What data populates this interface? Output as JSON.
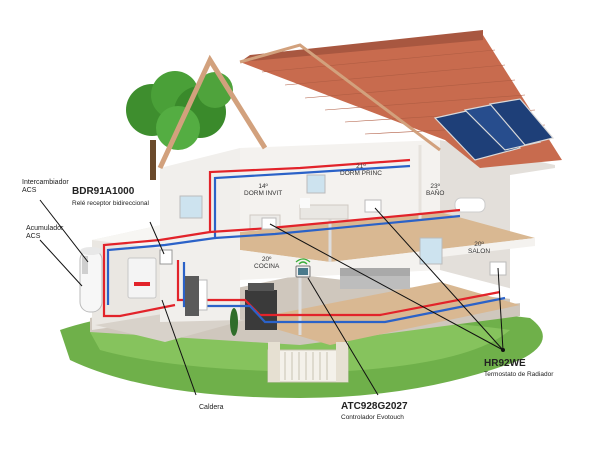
{
  "labels": {
    "intercambiador": "Intercambiador",
    "intercambiador_sub": "ACS",
    "acumulador": "Acumulador",
    "acumulador_sub": "ACS",
    "relay_model": "BDR91A1000",
    "relay_desc": "Relé receptor bidireccional",
    "caldera": "Caldera",
    "controller_model": "ATC928G2027",
    "controller_desc": "Controlador Evotouch",
    "thermostat_model": "HR92WE",
    "thermostat_desc": "Termostato de Radiador"
  },
  "rooms": [
    {
      "temp": "21º",
      "name": "DORM PRINC"
    },
    {
      "temp": "14º",
      "name": "DORM INVIT"
    },
    {
      "temp": "23º",
      "name": "BAÑO"
    },
    {
      "temp": "20º",
      "name": "COCINA"
    },
    {
      "temp": "20º",
      "name": "SALON"
    }
  ],
  "colors": {
    "roof": "#c86b4e",
    "solar_panel": "#1e3f78",
    "hot_pipe": "#e2232a",
    "cold_pipe": "#2b62c8",
    "grass": "#6fb04a",
    "wall": "#f1efec",
    "floor": "#d9b892"
  }
}
